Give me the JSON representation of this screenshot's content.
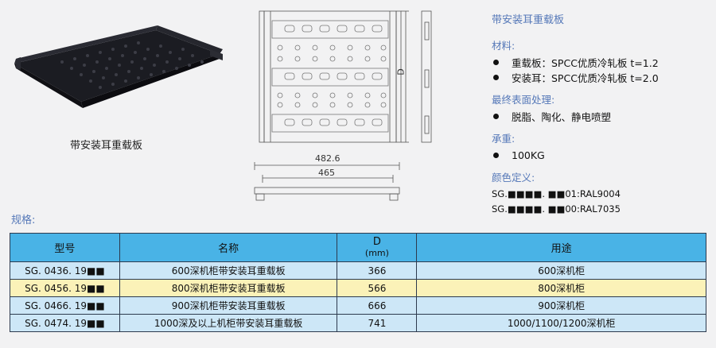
{
  "photo_caption": "带安装耳重载板",
  "drawing": {
    "dim_depth": "D",
    "dim_outer_width": "482.6",
    "dim_inner_width": "465"
  },
  "spec": {
    "title": "带安装耳重载板",
    "material_label": "材料:",
    "materials": [
      "重载板：SPCC优质冷轧板 t=1.2",
      "安装耳：SPCC优质冷轧板 t=2.0"
    ],
    "finish_label": "最终表面处理:",
    "finish": "脱脂、陶化、静电喷塑",
    "load_label": "承重:",
    "load": "100KG",
    "color_label": "颜色定义:",
    "colors": [
      "SG.■■■■. ■■01:RAL9004",
      "SG.■■■■. ■■00:RAL7035"
    ]
  },
  "table": {
    "heading": "规格:",
    "headers": {
      "model": "型号",
      "name": "名称",
      "d": "D",
      "d_unit": "(mm)",
      "usage": "用途"
    },
    "rows": [
      {
        "model": "SG. 0436. 19■■",
        "name": "600深机柜带安装耳重载板",
        "d": "366",
        "usage": "600深机柜"
      },
      {
        "model": "SG. 0456. 19■■",
        "name": "800深机柜带安装耳重载板",
        "d": "566",
        "usage": "800深机柜"
      },
      {
        "model": "SG. 0466. 19■■",
        "name": "900深机柜带安装耳重载板",
        "d": "666",
        "usage": "900深机柜"
      },
      {
        "model": "SG. 0474. 19■■",
        "name": "1000深及以上机柜带安装耳重载板",
        "d": "741",
        "usage": "1000/1100/1200深机柜"
      }
    ]
  }
}
